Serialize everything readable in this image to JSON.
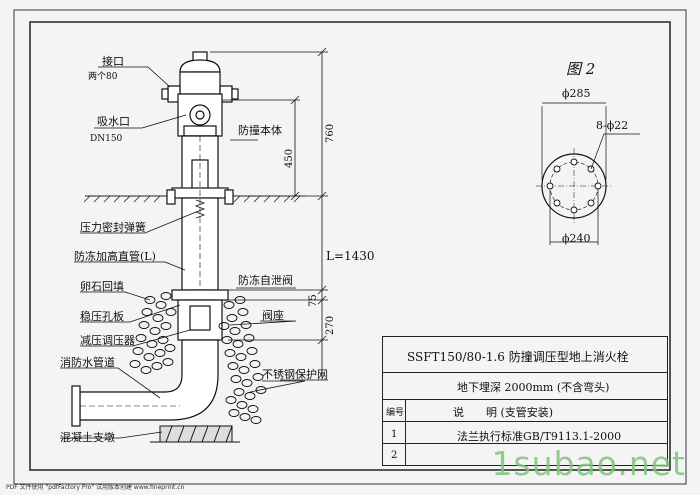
{
  "labels": {
    "jiekou": "接口",
    "jiekou_sub": "两个80",
    "xishuikou": "吸水口",
    "xishuikou_sub": "DN150",
    "fangzhuang": "防撞本体",
    "yali": "压力密封弹簧",
    "fangdong_guan": "防冻加高直管(L)",
    "fangdong_fa": "防冻自泄阀",
    "luanshi": "卵石回填",
    "wenya_kongban": "稳压孔板",
    "fazuo": "阀座",
    "jianya": "减压调压器",
    "guandao": "消防水管道",
    "baohuwang": "不锈钢保护网",
    "zhidun": "混凝土支墩"
  },
  "dims": {
    "d760": "760",
    "d450": "450",
    "dL": "L=1430",
    "d75": "75",
    "d270": "270"
  },
  "fig2": {
    "title": "图 2",
    "d285": "ϕ285",
    "d22": "8-ϕ22",
    "d240": "ϕ240"
  },
  "table": {
    "title": "SSFT150/80-1.6 防撞调压型地上消火栓",
    "subtitle": "地下埋深 2000mm (不含弯头)",
    "head_no": "编号",
    "head_desc": "说　　明 (支管安装)",
    "rows": [
      {
        "no": "1",
        "desc": "法兰执行标准GB/T9113.1-2000"
      },
      {
        "no": "2",
        "desc": ""
      }
    ]
  },
  "footer": "PDF 文件使用 \"pdfFactory Pro\" 试用版本创建 www.fineprint.cn",
  "watermark": "1subao.net"
}
